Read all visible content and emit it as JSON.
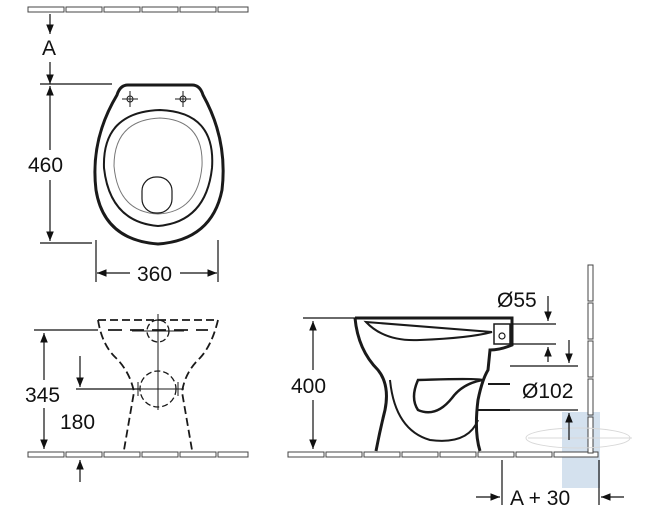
{
  "dimensions": {
    "wall_gap_label": "A",
    "top_depth": "460",
    "top_width": "360",
    "front_height": "345",
    "outlet_height": "180",
    "side_height": "400",
    "inlet_diameter": "Ø55",
    "outlet_diameter": "Ø102",
    "wall_offset": "A + 30"
  },
  "colors": {
    "line": "#1a1a1a",
    "dim_line": "#111111",
    "wall_tint": "#c9d9ea"
  }
}
